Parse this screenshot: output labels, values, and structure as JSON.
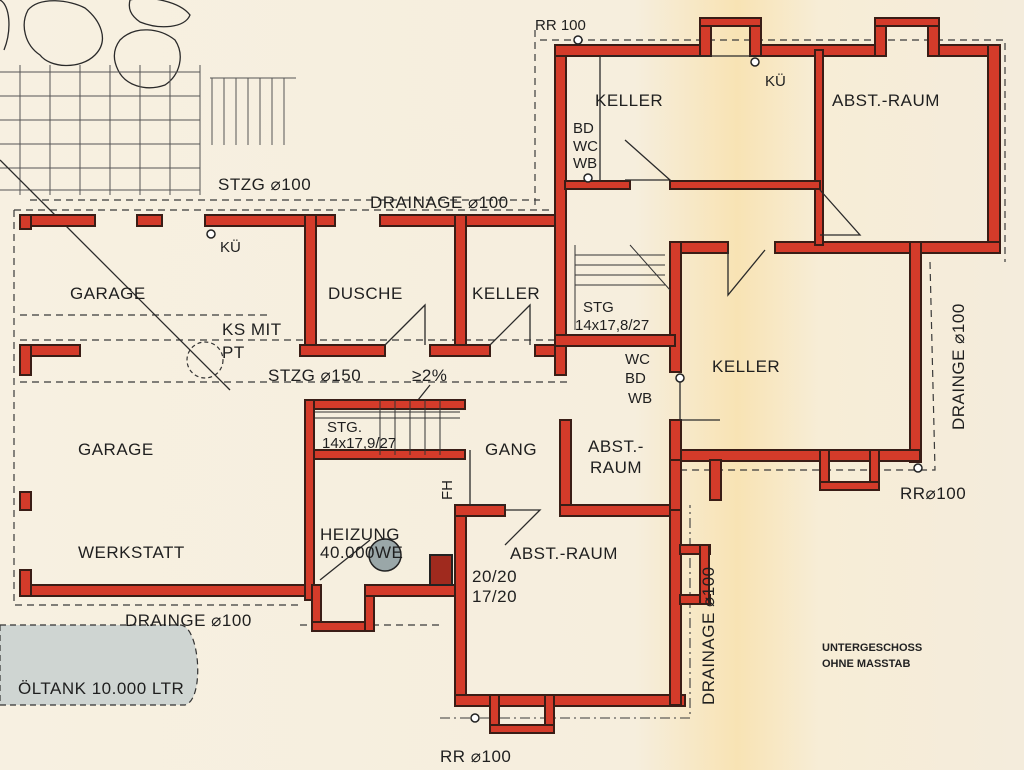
{
  "plan": {
    "rooms": {
      "keller_top": "KELLER",
      "abst_raum_top": "ABST.-RAUM",
      "bd": "BD",
      "wc": "WC",
      "wb": "WB",
      "ku_top": "KÜ",
      "garage_top": "GARAGE",
      "dusche": "DUSCHE",
      "keller_mid": "KELLER",
      "ks_mit": "KS MIT",
      "pt": "PT",
      "stg_right_1": "STG",
      "stg_right_2": "14x17,8/27",
      "keller_right": "KELLER",
      "wc2": "WC",
      "bd2": "BD",
      "wb2": "WB",
      "garage_bottom": "GARAGE",
      "werkstatt": "WERKSTATT",
      "stg_mid_1": "STG.",
      "stg_mid_2": "14x17,9/27",
      "gang": "GANG",
      "abst_raum_mid_1": "ABST.-",
      "abst_raum_mid_2": "RAUM",
      "fh": "FH",
      "heizung_1": "HEIZUNG",
      "heizung_2": "40.000WE",
      "abst_raum_bottom": "ABST.-RAUM",
      "dim_1": "20/20",
      "dim_2": "17/20",
      "ku_left": "KÜ"
    },
    "pipes": {
      "rr_top": "RR 100",
      "stzg_top": "STZG ⌀100",
      "drainage_top": "DRAINAGE ⌀100",
      "stzg_mid": "STZG ⌀150",
      "slope": "≥2%",
      "drainge_right": "DRAINGE ⌀100",
      "rr_right": "RR⌀100",
      "drainge_bottom": "DRAINGE ⌀100",
      "drainage_vertical": "DRAINAGE ⌀100",
      "rr_bottom": "RR ⌀100",
      "oeltank": "ÖLTANK 10.000 LTR"
    },
    "notes": {
      "line1": "UNTERGESCHOSS",
      "line2": "OHNE MASSTAB"
    },
    "colors": {
      "paper": "#f6efdf",
      "wall": "#d43b2a",
      "ink": "#1f1f1f"
    }
  }
}
